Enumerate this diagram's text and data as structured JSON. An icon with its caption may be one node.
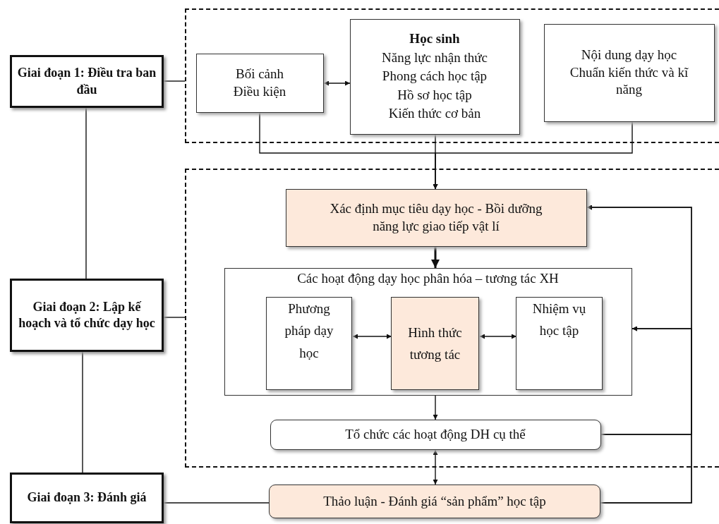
{
  "diagram": {
    "nodes": [
      {
        "text": [],
        "shape": "box"
      },
      {
        "text": [
          "Giai đoạn 1: Điều tra ban đầu"
        ]
      },
      {
        "text": [
          "Bối cảnh",
          "Điều kiện"
        ],
        "in": 0
      },
      {
        "text": [
          "Học sinh",
          "Năng lực nhận thức",
          "Phong cách học tập",
          "Hồ sơ học tập",
          "Kiến thức cơ bản"
        ],
        "in": 0
      },
      {
        "text": [
          "Nội dung dạy học",
          "Chuẩn kiến thức và kĩ năng"
        ],
        "in": 0
      },
      {
        "text": [],
        "shape": "box"
      },
      {
        "text": [
          "Xác định mục tiêu dạy học - Bồi dưỡng năng lực giao tiếp vật lí"
        ],
        "in": 5
      },
      {
        "text": [
          "Các hoạt động dạy học phân hóa – tương tác XH"
        ],
        "in": 5
      },
      {
        "text": [
          "Phương pháp dạy học"
        ],
        "in": 7
      },
      {
        "text": [
          "Hình thức tương tác"
        ],
        "in": 7
      },
      {
        "text": [
          "Nhiệm vụ học tập"
        ],
        "in": 7
      },
      {
        "text": [
          "Tổ chức các hoạt động DH cụ thể"
        ],
        "in": 5
      },
      {
        "text": [
          "Giai đoạn 2: Lập kế hoạch và tổ chức dạy học"
        ]
      },
      {
        "text": [
          "Giai đoạn 3: Đánh giá"
        ]
      },
      {
        "text": [
          "Thảo luận - Đánh giá “sản phẩm” học tập"
        ]
      }
    ],
    "edges": [
      {
        "from": 1,
        "to": 0,
        "arrow": "none"
      },
      {
        "from": 2,
        "to": 3,
        "arrow": "both"
      },
      {
        "from": 1,
        "to": 12,
        "arrow": "none"
      },
      {
        "from": 12,
        "to": 5,
        "arrow": "none"
      },
      {
        "from": 12,
        "to": 13,
        "arrow": "none"
      },
      {
        "from": 13,
        "to": 14,
        "arrow": "none"
      },
      {
        "from": 2,
        "to": 6,
        "arrow": "to"
      },
      {
        "from": 3,
        "to": 6,
        "arrow": "to"
      },
      {
        "from": 4,
        "to": 6,
        "arrow": "to"
      },
      {
        "from": 6,
        "to": 7,
        "arrow": "to",
        "style": "thick"
      },
      {
        "from": 8,
        "to": 9,
        "arrow": "both"
      },
      {
        "from": 9,
        "to": 10,
        "arrow": "both"
      },
      {
        "from": 7,
        "to": 11,
        "arrow": "to"
      },
      {
        "from": 11,
        "to": 14,
        "arrow": "both"
      },
      {
        "from": 14,
        "to": 6,
        "arrow": "to"
      },
      {
        "from": 14,
        "to": 7,
        "arrow": "to"
      },
      {
        "from": 11,
        "to": 6,
        "arrow": "to"
      },
      {
        "from": 11,
        "to": 7,
        "arrow": "to"
      }
    ]
  }
}
